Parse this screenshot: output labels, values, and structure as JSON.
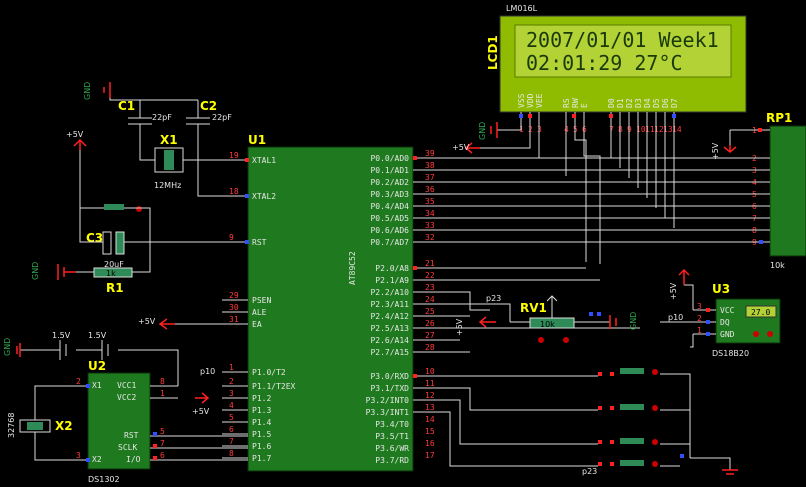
{
  "lcd": {
    "ref": "LCD1",
    "part": "LM016L",
    "line1": "2007/01/01  Week1",
    "line2": "02:01:29     27°C",
    "pins": [
      "VSS",
      "VDD",
      "VEE",
      "RS",
      "RW",
      "E",
      "D0",
      "D1",
      "D2",
      "D3",
      "D4",
      "D5",
      "D6",
      "D7"
    ],
    "nums": [
      "1",
      "2",
      "3",
      "4",
      "5",
      "6",
      "7",
      "8",
      "9",
      "10",
      "11",
      "12",
      "13",
      "14"
    ]
  },
  "mcu": {
    "ref": "U1",
    "part": "AT89C52",
    "left": [
      "XTAL1",
      "XTAL2",
      "RST",
      "PSEN",
      "ALE",
      "EA",
      "P1.0/T2",
      "P1.1/T2EX",
      "P1.2",
      "P1.3",
      "P1.4",
      "P1.5",
      "P1.6",
      "P1.7"
    ],
    "left_nums": [
      "19",
      "18",
      "9",
      "29",
      "30",
      "31",
      "1",
      "2",
      "3",
      "4",
      "5",
      "6",
      "7",
      "8"
    ],
    "right": [
      "P0.0/AD0",
      "P0.1/AD1",
      "P0.2/AD2",
      "P0.3/AD3",
      "P0.4/AD4",
      "P0.5/AD5",
      "P0.6/AD6",
      "P0.7/AD7",
      "P2.0/A8",
      "P2.1/A9",
      "P2.2/A10",
      "P2.3/A11",
      "P2.4/A12",
      "P2.5/A13",
      "P2.6/A14",
      "P2.7/A15",
      "P3.0/RXD",
      "P3.1/TXD",
      "P3.2/INT0",
      "P3.3/INT1",
      "P3.4/T0",
      "P3.5/T1",
      "P3.6/WR",
      "P3.7/RD"
    ],
    "right_nums": [
      "39",
      "38",
      "37",
      "36",
      "35",
      "34",
      "33",
      "32",
      "21",
      "22",
      "23",
      "24",
      "25",
      "26",
      "27",
      "28",
      "10",
      "11",
      "12",
      "13",
      "14",
      "15",
      "16",
      "17"
    ]
  },
  "rp1": {
    "ref": "RP1",
    "value": "10k",
    "nums": [
      "1",
      "2",
      "3",
      "4",
      "5",
      "6",
      "7",
      "8",
      "9"
    ]
  },
  "u3": {
    "ref": "U3",
    "part": "DS18B20",
    "pins": [
      "VCC",
      "DQ",
      "GND"
    ],
    "nums": [
      "3",
      "2",
      "1"
    ],
    "display": "27.0"
  },
  "u2": {
    "ref": "U2",
    "part": "DS1302",
    "pins": [
      "X1",
      "VCC1",
      "VCC2",
      "RST",
      "SCLK",
      "I/O",
      "X2"
    ],
    "nums": [
      "2",
      "8",
      "1",
      "5",
      "7",
      "6",
      "3"
    ]
  },
  "rv1": {
    "ref": "RV1",
    "value": "10k"
  },
  "c1": {
    "ref": "C1",
    "value": "22pF"
  },
  "c2": {
    "ref": "C2",
    "value": "22pF"
  },
  "c3": {
    "ref": "C3",
    "value": "20uF"
  },
  "x1": {
    "ref": "X1",
    "value": "12MHz"
  },
  "x2": {
    "ref": "X2",
    "value": "32768"
  },
  "r1": {
    "ref": "R1",
    "value": "1k"
  },
  "batt": {
    "b1": "1.5V",
    "b2": "1.5V"
  },
  "labels": {
    "gnd": "GND",
    "vcc": "+5V",
    "p10": "p10",
    "p23": "p23"
  }
}
